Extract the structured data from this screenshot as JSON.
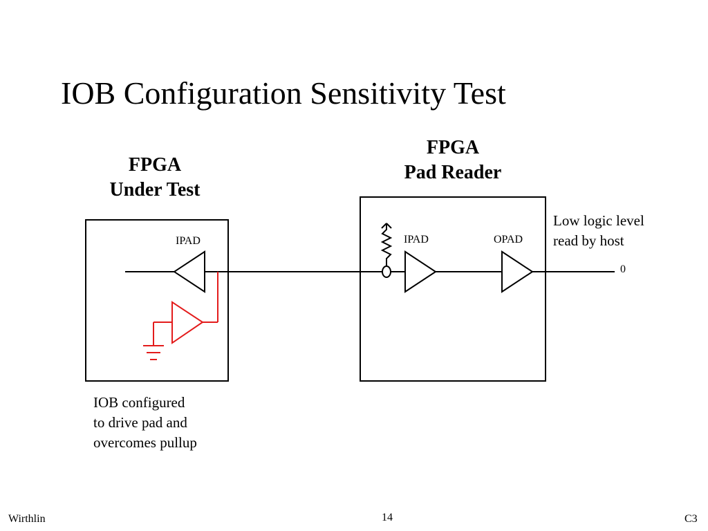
{
  "slide": {
    "title": "IOB Configuration Sensitivity Test",
    "footer_left": "Wirthlin",
    "page_number": "14",
    "footer_right": "C3"
  },
  "blocks": {
    "under_test": {
      "title_line1": "FPGA",
      "title_line2": "Under Test",
      "ipad_label": "IPAD",
      "note_line1": "IOB configured",
      "note_line2": "to drive pad and",
      "note_line3": "overcomes pullup"
    },
    "pad_reader": {
      "title_line1": "FPGA",
      "title_line2": "Pad Reader",
      "ipad_label": "IPAD",
      "opad_label": "OPAD"
    }
  },
  "annotation": {
    "line1": "Low logic level",
    "line2": "read by host"
  },
  "output_value": "0",
  "colors": {
    "line": "#000000",
    "highlight": "#e31b1b"
  }
}
